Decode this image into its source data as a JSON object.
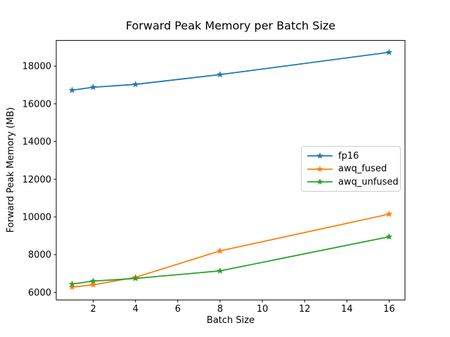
{
  "chart_data": {
    "type": "line",
    "title": "Forward Peak Memory per Batch Size",
    "xlabel": "Batch Size",
    "ylabel": "Forward Peak Memory (MB)",
    "x": [
      1,
      2,
      4,
      8,
      16
    ],
    "series": [
      {
        "name": "fp16",
        "color": "#1f77b4",
        "marker": "star",
        "values": [
          16720,
          16880,
          17030,
          17550,
          18730
        ]
      },
      {
        "name": "awq_fused",
        "color": "#ff7f0e",
        "marker": "star",
        "values": [
          6280,
          6400,
          6800,
          8200,
          10150
        ]
      },
      {
        "name": "awq_unfused",
        "color": "#2ca02c",
        "marker": "star",
        "values": [
          6440,
          6600,
          6740,
          7140,
          8950
        ]
      }
    ],
    "xticks": [
      2,
      4,
      6,
      8,
      10,
      12,
      14,
      16
    ],
    "yticks": [
      6000,
      8000,
      10000,
      12000,
      14000,
      16000,
      18000
    ],
    "xlim": [
      0.25,
      16.75
    ],
    "ylim": [
      5600,
      19360
    ],
    "grid": false,
    "legend_position": "center right",
    "frame_color": "#000000",
    "legend_border_color": "#cccccc",
    "background_color": "#ffffff"
  }
}
